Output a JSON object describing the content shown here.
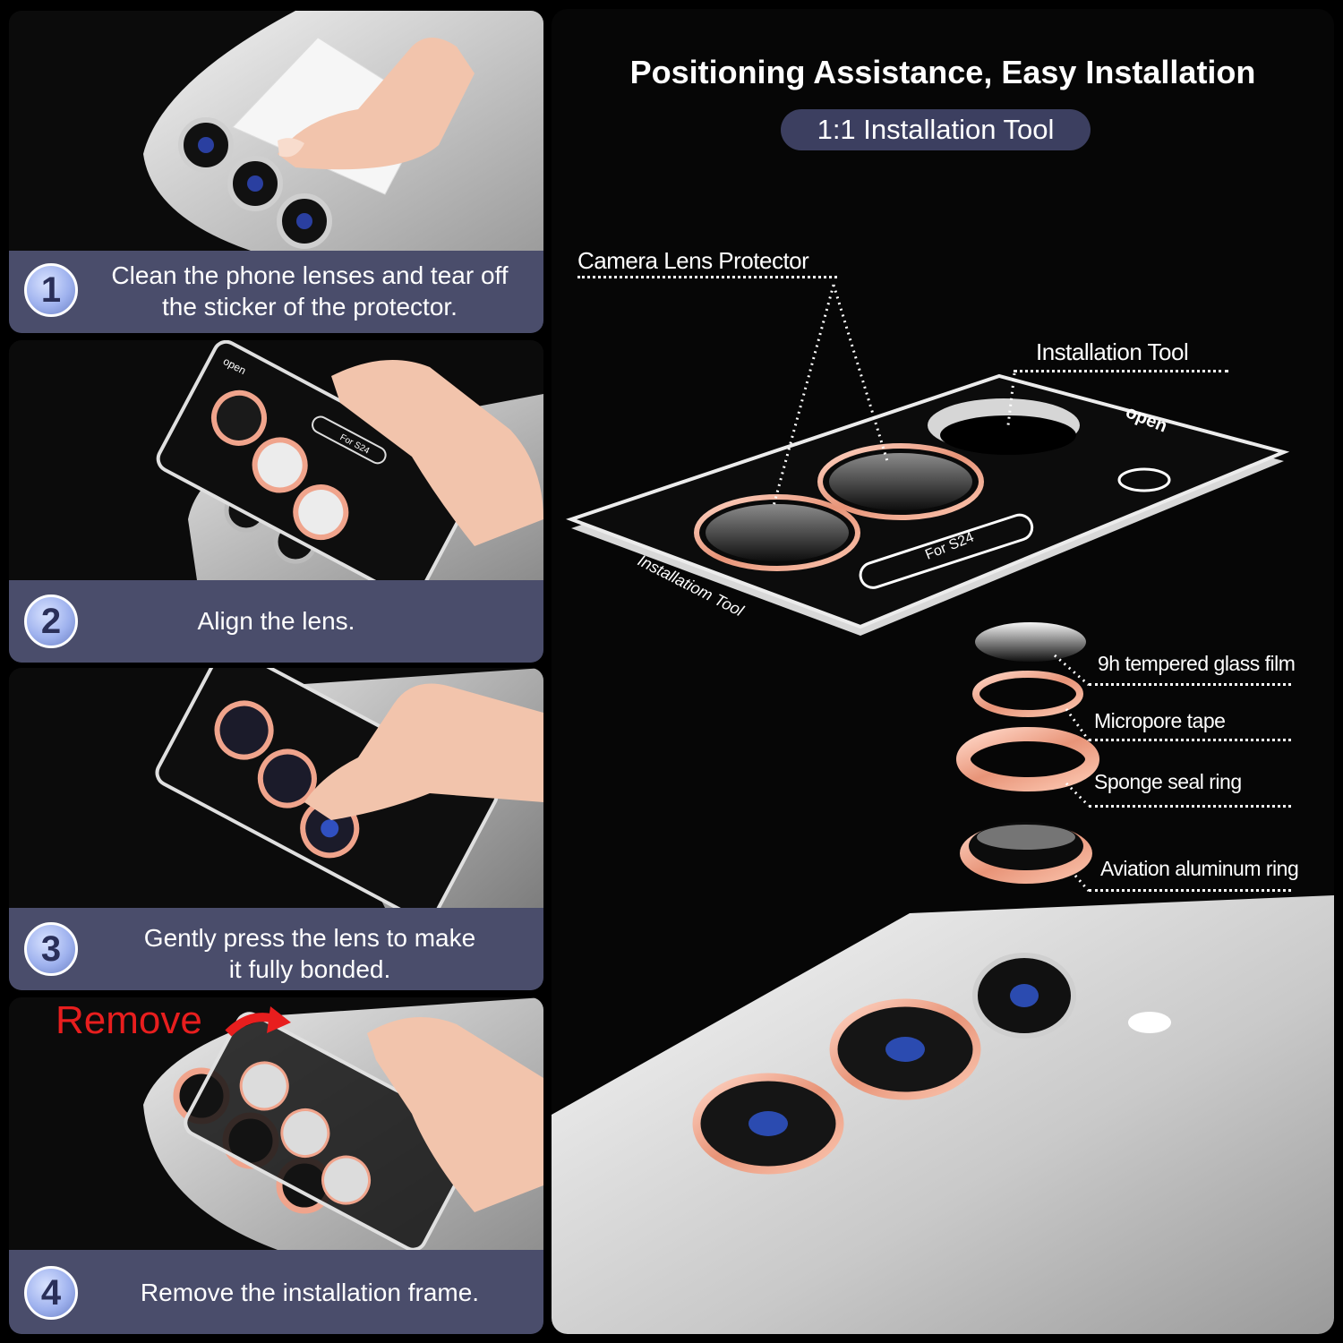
{
  "steps": [
    {
      "number": "1",
      "text_line1": "Clean the phone lenses and tear off",
      "text_line2": "the sticker of the protector."
    },
    {
      "number": "2",
      "text_line1": "Align the lens.",
      "text_line2": ""
    },
    {
      "number": "3",
      "text_line1": "Gently press the lens to make",
      "text_line2": "it fully bonded."
    },
    {
      "number": "4",
      "text_line1": "Remove the installation frame.",
      "text_line2": ""
    }
  ],
  "remove_label": "Remove",
  "tool_marks": {
    "open": "open",
    "model": "For S24",
    "brand": "Installatiom Tool"
  },
  "right": {
    "title": "Positioning Assistance, Easy Installation",
    "subtitle": "1:1 Installation Tool",
    "labels": {
      "camera_lens_protector": "Camera Lens Protector",
      "installation_tool": "Installation Tool",
      "glass_film": "9h tempered glass film",
      "micropore_tape": "Micropore tape",
      "sponge_ring": "Sponge seal ring",
      "aluminum_ring": "Aviation aluminum ring"
    }
  },
  "colors": {
    "caption_bg": "#4a4d6b",
    "pill_bg": "#3c3f60",
    "accent_rose": "#f0a48c",
    "remove_red": "#e81e1e"
  }
}
